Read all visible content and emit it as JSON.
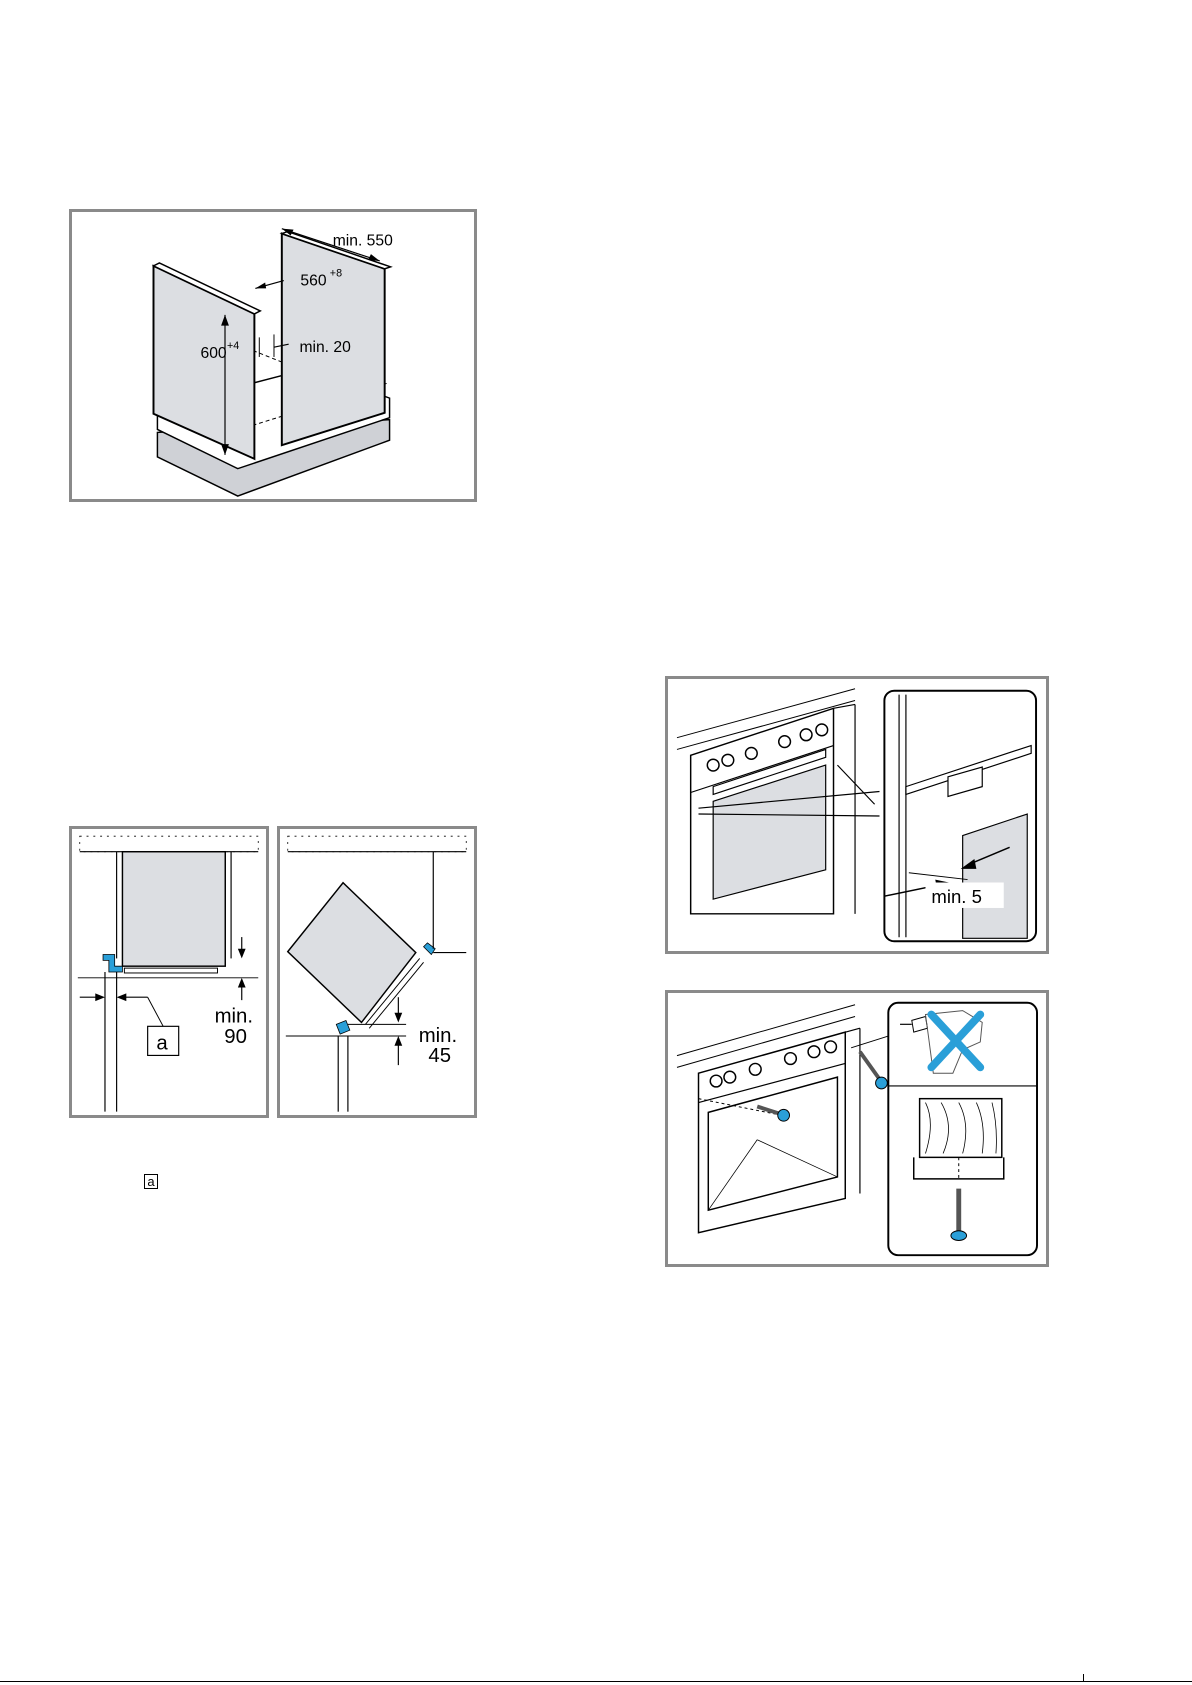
{
  "figure_cabinet": {
    "dim_depth": "min. 550",
    "dim_width": "560",
    "dim_width_tol": "+8",
    "dim_height": "600",
    "dim_height_tol": "+4",
    "dim_gap": "min. 20"
  },
  "figure_straight": {
    "label_a": "a",
    "dim_line1": "min.",
    "dim_line2": "90"
  },
  "figure_corner": {
    "dim_line1": "min.",
    "dim_line2": "45"
  },
  "figure_gap": {
    "dim": "min. 5"
  },
  "legend": {
    "marker": "a"
  },
  "colors": {
    "panel_fill": "#dcdee2",
    "accent_blue": "#2a9fd8",
    "frame": "#8a8a8a"
  }
}
